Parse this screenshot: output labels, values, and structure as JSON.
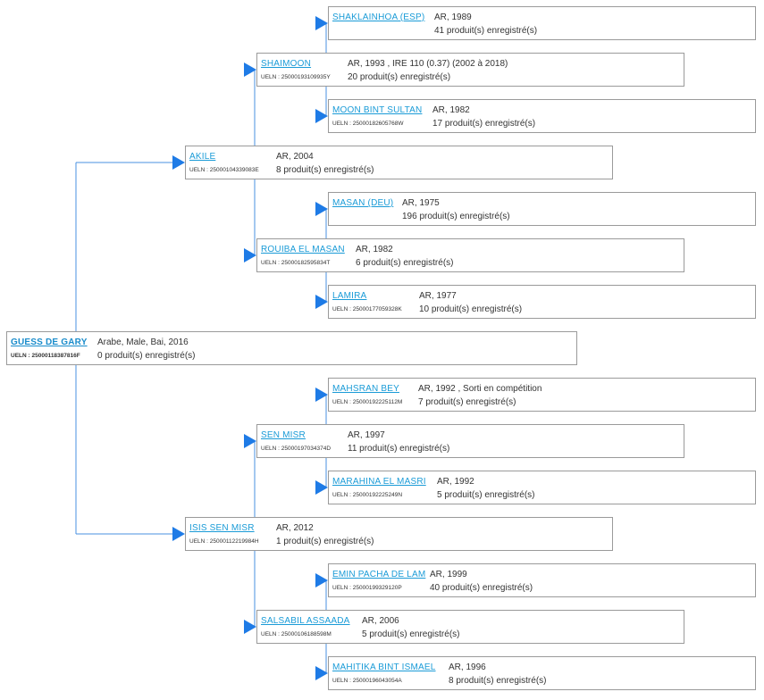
{
  "ueln_prefix": "UELN : ",
  "horses": [
    {
      "id": "root",
      "name": "GUESS DE GARY",
      "ueln": "25000118387816F",
      "info": "Arabe, Male, Bai, 2016",
      "count": "0 produit(s) enregistré(s)"
    },
    {
      "id": "s",
      "name": "AKILE",
      "ueln": "25000104339083E",
      "info": "AR, 2004",
      "count": "8 produit(s) enregistré(s)"
    },
    {
      "id": "d",
      "name": "ISIS SEN MISR",
      "ueln": "25000112219984H",
      "info": "AR, 2012",
      "count": "1 produit(s) enregistré(s)"
    },
    {
      "id": "ss",
      "name": "SHAIMOON",
      "ueln": "25000193109935Y",
      "info": "AR, 1993 , IRE 110 (0.37) (2002 à 2018)",
      "count": "20 produit(s) enregistré(s)"
    },
    {
      "id": "sd",
      "name": "ROUIBA EL MASAN",
      "ueln": "25000182595834T",
      "info": "AR, 1982",
      "count": "6 produit(s) enregistré(s)"
    },
    {
      "id": "ds",
      "name": "SEN MISR",
      "ueln": "25000197034374D",
      "info": "AR, 1997",
      "count": "11 produit(s) enregistré(s)"
    },
    {
      "id": "dd",
      "name": "SALSABIL ASSAADA",
      "ueln": "25000106188598M",
      "info": "AR, 2006",
      "count": "5 produit(s) enregistré(s)"
    },
    {
      "id": "sss",
      "name": "SHAKLAINHOA (ESP)",
      "ueln": "",
      "info": "AR, 1989",
      "count": "41 produit(s) enregistré(s)"
    },
    {
      "id": "ssd",
      "name": "MOON BINT SULTAN",
      "ueln": "25000182605768W",
      "info": "AR, 1982",
      "count": "17 produit(s) enregistré(s)"
    },
    {
      "id": "sds",
      "name": "MASAN (DEU)",
      "ueln": "",
      "info": "AR, 1975",
      "count": "196 produit(s) enregistré(s)"
    },
    {
      "id": "sdd",
      "name": "LAMIRA",
      "ueln": "25000177059328K",
      "info": "AR, 1977",
      "count": "10 produit(s) enregistré(s)"
    },
    {
      "id": "dss",
      "name": "MAHSRAN BEY",
      "ueln": "25000192225112M",
      "info": "AR, 1992 , Sorti en compétition",
      "count": "7 produit(s) enregistré(s)"
    },
    {
      "id": "dsd",
      "name": "MARAHINA EL MASRI",
      "ueln": "25000192225249N",
      "info": "AR, 1992",
      "count": "5 produit(s) enregistré(s)"
    },
    {
      "id": "dds",
      "name": "EMIN PACHA DE LAM",
      "ueln": "25000199329120P",
      "info": "AR, 1999",
      "count": "40 produit(s) enregistré(s)"
    },
    {
      "id": "ddd",
      "name": "MAHITIKA BINT ISMAEL",
      "ueln": "25000196043054A",
      "info": "AR, 1996",
      "count": "8 produit(s) enregistré(s)"
    }
  ],
  "colors": {
    "link": "#1a9bd7",
    "arrow": "#1e7be6",
    "line": "#4a90e2",
    "border": "#9a9a9a"
  }
}
